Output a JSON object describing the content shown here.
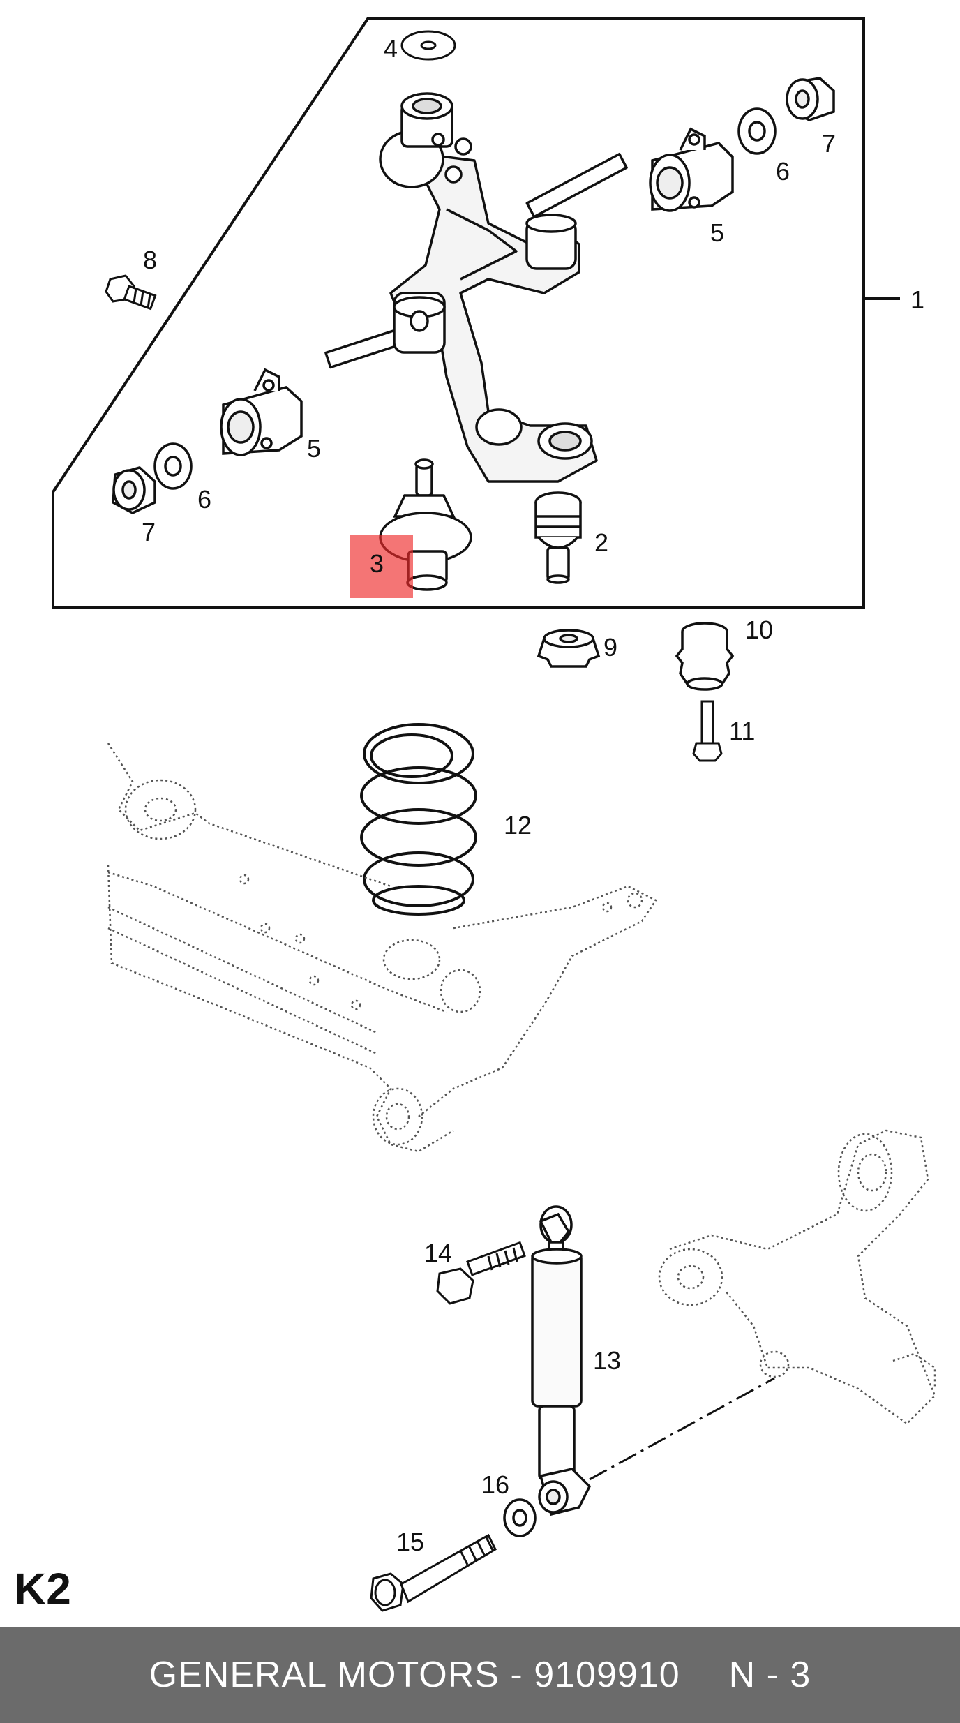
{
  "diagram": {
    "highlight_color": "#ee2b2b",
    "callouts": {
      "c1": "1",
      "c2": "2",
      "c3": "3",
      "c4": "4",
      "c5a": "5",
      "c5b": "5",
      "c6a": "6",
      "c6b": "6",
      "c7a": "7",
      "c7b": "7",
      "c8": "8",
      "c9": "9",
      "c10": "10",
      "c11": "11",
      "c12": "12",
      "c13": "13",
      "c14": "14",
      "c15": "15",
      "c16": "16"
    },
    "section_code": "K2"
  },
  "footer": {
    "brand_part": "GENERAL MOTORS - 9109910",
    "quantity": "N - 3"
  }
}
